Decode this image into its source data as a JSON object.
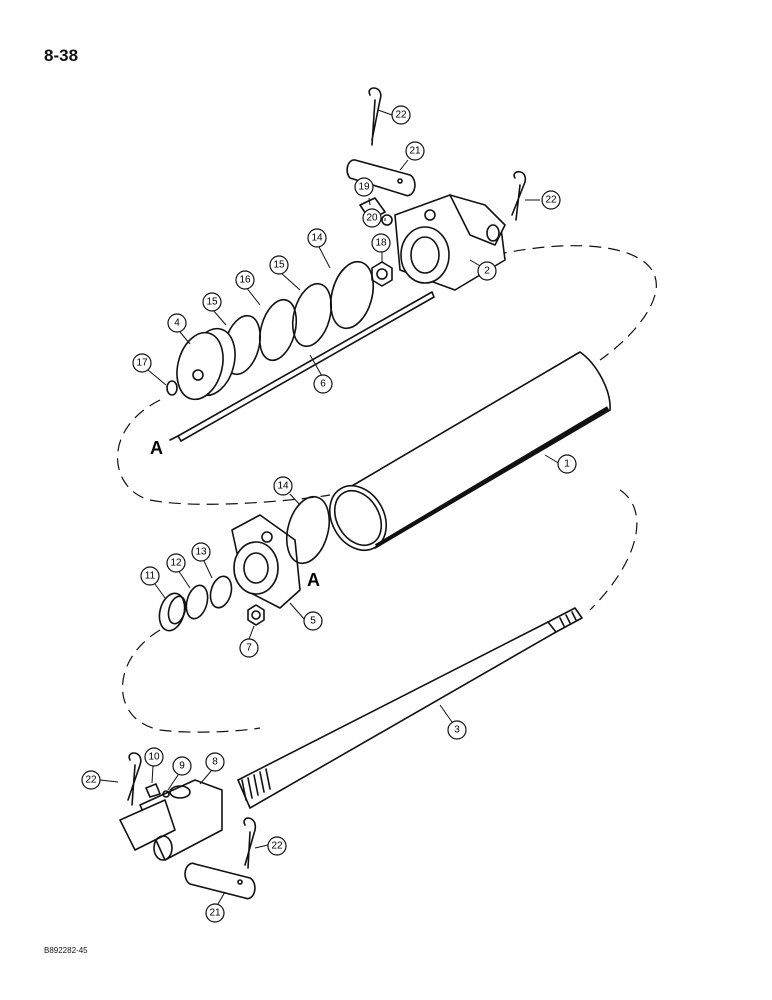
{
  "page": {
    "number": "8-38",
    "figure_code": "B892282-45"
  },
  "reference_labels": [
    "A",
    "A"
  ],
  "callouts": [
    "1",
    "2",
    "3",
    "4",
    "5",
    "6",
    "7",
    "8",
    "9",
    "10",
    "11",
    "12",
    "13",
    "14",
    "14",
    "15",
    "15",
    "16",
    "17",
    "18",
    "19",
    "20",
    "21",
    "21",
    "22",
    "22",
    "22",
    "22"
  ]
}
